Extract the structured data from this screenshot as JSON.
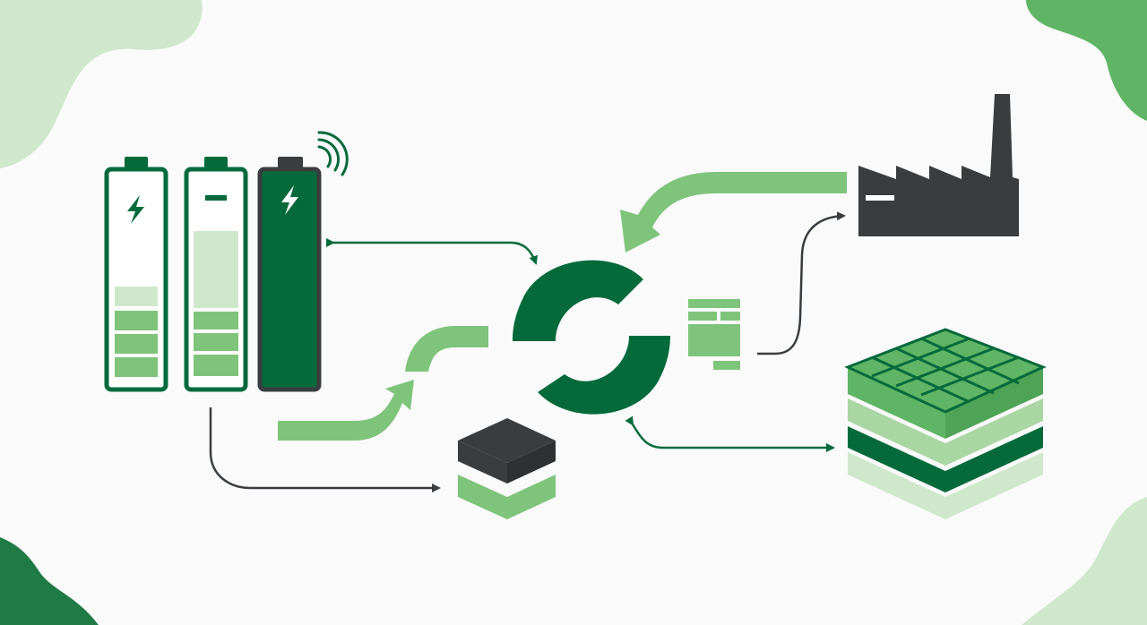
{
  "palette": {
    "dark_green": "#046a3c",
    "mid_green": "#5fb565",
    "light_green": "#7fc47b",
    "pale_green": "#cfe8cc",
    "charcoal": "#3a3d40",
    "background": "#fafafa"
  },
  "batteries": [
    {
      "state": "charging",
      "icon": "lightning-bolt-icon",
      "charge_level": 0.45
    },
    {
      "state": "discharging",
      "icon": "minus-icon",
      "charge_level": 0.7
    },
    {
      "state": "full",
      "icon": "lightning-bolt-icon",
      "charge_level": 1.0,
      "wireless": true
    }
  ],
  "nodes": [
    {
      "name": "recycle-loop-icon"
    },
    {
      "name": "factory-icon"
    },
    {
      "name": "solar-stack-icon"
    },
    {
      "name": "storage-module-icon"
    },
    {
      "name": "connector-module-icon"
    }
  ]
}
